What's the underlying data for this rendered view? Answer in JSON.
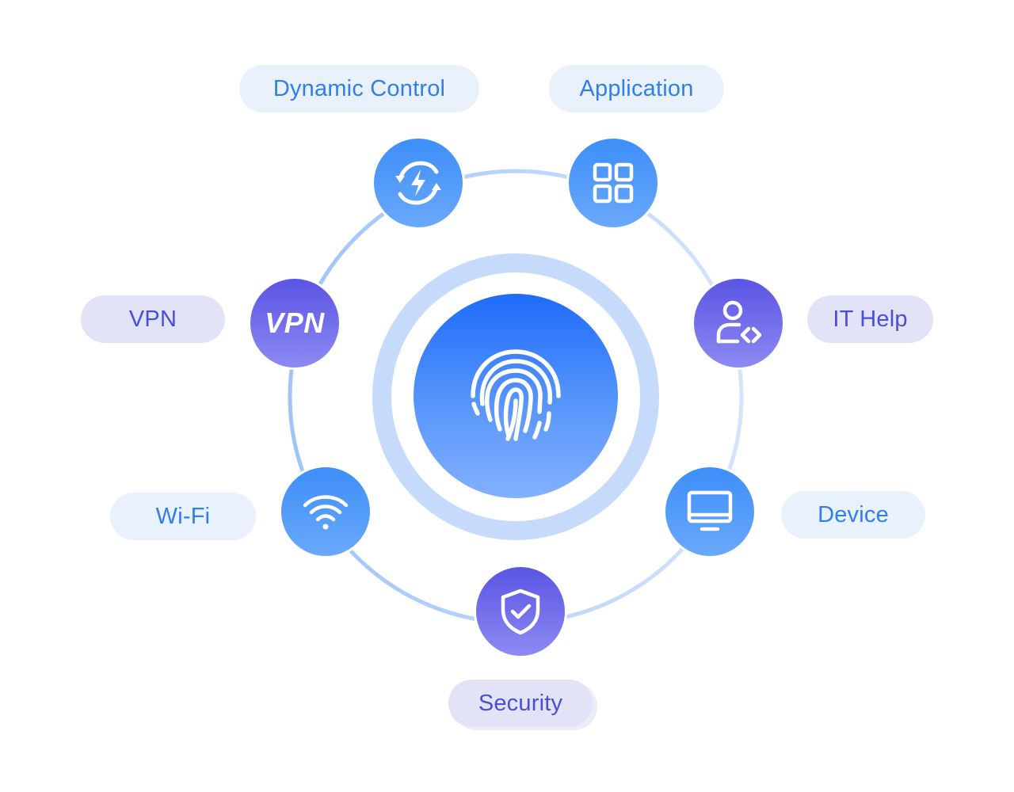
{
  "diagram": {
    "center": {
      "icon": "fingerprint-icon"
    },
    "nodes": [
      {
        "id": "dynamic-control",
        "label": "Dynamic Control",
        "icon": "refresh-bolt-icon"
      },
      {
        "id": "application",
        "label": "Application",
        "icon": "app-grid-icon"
      },
      {
        "id": "vpn",
        "label": "VPN",
        "icon": "vpn-icon",
        "icon_text": "VPN"
      },
      {
        "id": "it-help",
        "label": "IT Help",
        "icon": "user-code-icon"
      },
      {
        "id": "wifi",
        "label": "Wi-Fi",
        "icon": "wifi-icon"
      },
      {
        "id": "device",
        "label": "Device",
        "icon": "monitor-icon"
      },
      {
        "id": "security",
        "label": "Security",
        "icon": "shield-check-icon"
      }
    ]
  },
  "colors": {
    "blue_accent": "#3d8ef9",
    "purple_accent": "#5a54e3",
    "ring": "#a9cbfb",
    "pill_blue_bg": "#e9f1fd",
    "pill_purple_bg": "#e3e3f7"
  }
}
